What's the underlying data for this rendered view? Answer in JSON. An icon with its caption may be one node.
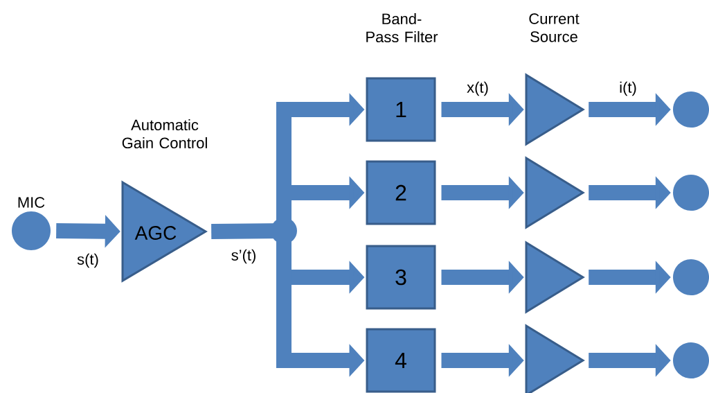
{
  "diagram": {
    "nodes": [
      {
        "text": [
          "MIC"
        ]
      },
      {
        "text": [
          "AGC"
        ],
        "beside": [
          "Automatic Gain Control"
        ]
      },
      {
        "text": [],
        "shape": "circle"
      },
      {
        "text": [
          "1"
        ]
      },
      {
        "text": [
          "2"
        ]
      },
      {
        "text": [
          "3"
        ]
      },
      {
        "text": [
          "4"
        ]
      },
      {
        "text": [],
        "shape": "triangle"
      },
      {
        "text": [],
        "shape": "triangle"
      },
      {
        "text": [],
        "shape": "triangle"
      },
      {
        "text": [],
        "shape": "triangle"
      },
      {
        "text": [],
        "shape": "circle"
      },
      {
        "text": [],
        "shape": "circle"
      },
      {
        "text": [],
        "shape": "circle"
      },
      {
        "text": [],
        "shape": "circle"
      }
    ],
    "edges": [
      {
        "from": 0,
        "to": 1,
        "arrow": "to",
        "label": "s(t)"
      },
      {
        "from": 1,
        "to": 2,
        "arrow": "none",
        "label": "s’(t)"
      },
      {
        "from": 2,
        "to": 3,
        "arrow": "to"
      },
      {
        "from": 2,
        "to": 4,
        "arrow": "to"
      },
      {
        "from": 2,
        "to": 5,
        "arrow": "to"
      },
      {
        "from": 2,
        "to": 6,
        "arrow": "to"
      },
      {
        "from": 3,
        "to": 7,
        "arrow": "to",
        "label": "x(t)"
      },
      {
        "from": 4,
        "to": 8,
        "arrow": "to"
      },
      {
        "from": 5,
        "to": 9,
        "arrow": "to"
      },
      {
        "from": 6,
        "to": 10,
        "arrow": "to"
      },
      {
        "from": 7,
        "to": 11,
        "arrow": "to",
        "label": "i(t)"
      },
      {
        "from": 8,
        "to": 12,
        "arrow": "to"
      },
      {
        "from": 9,
        "to": 13,
        "arrow": "to"
      },
      {
        "from": 10,
        "to": 14,
        "arrow": "to"
      }
    ],
    "labels": [
      "Band-Pass Filter",
      "Current Source"
    ]
  }
}
